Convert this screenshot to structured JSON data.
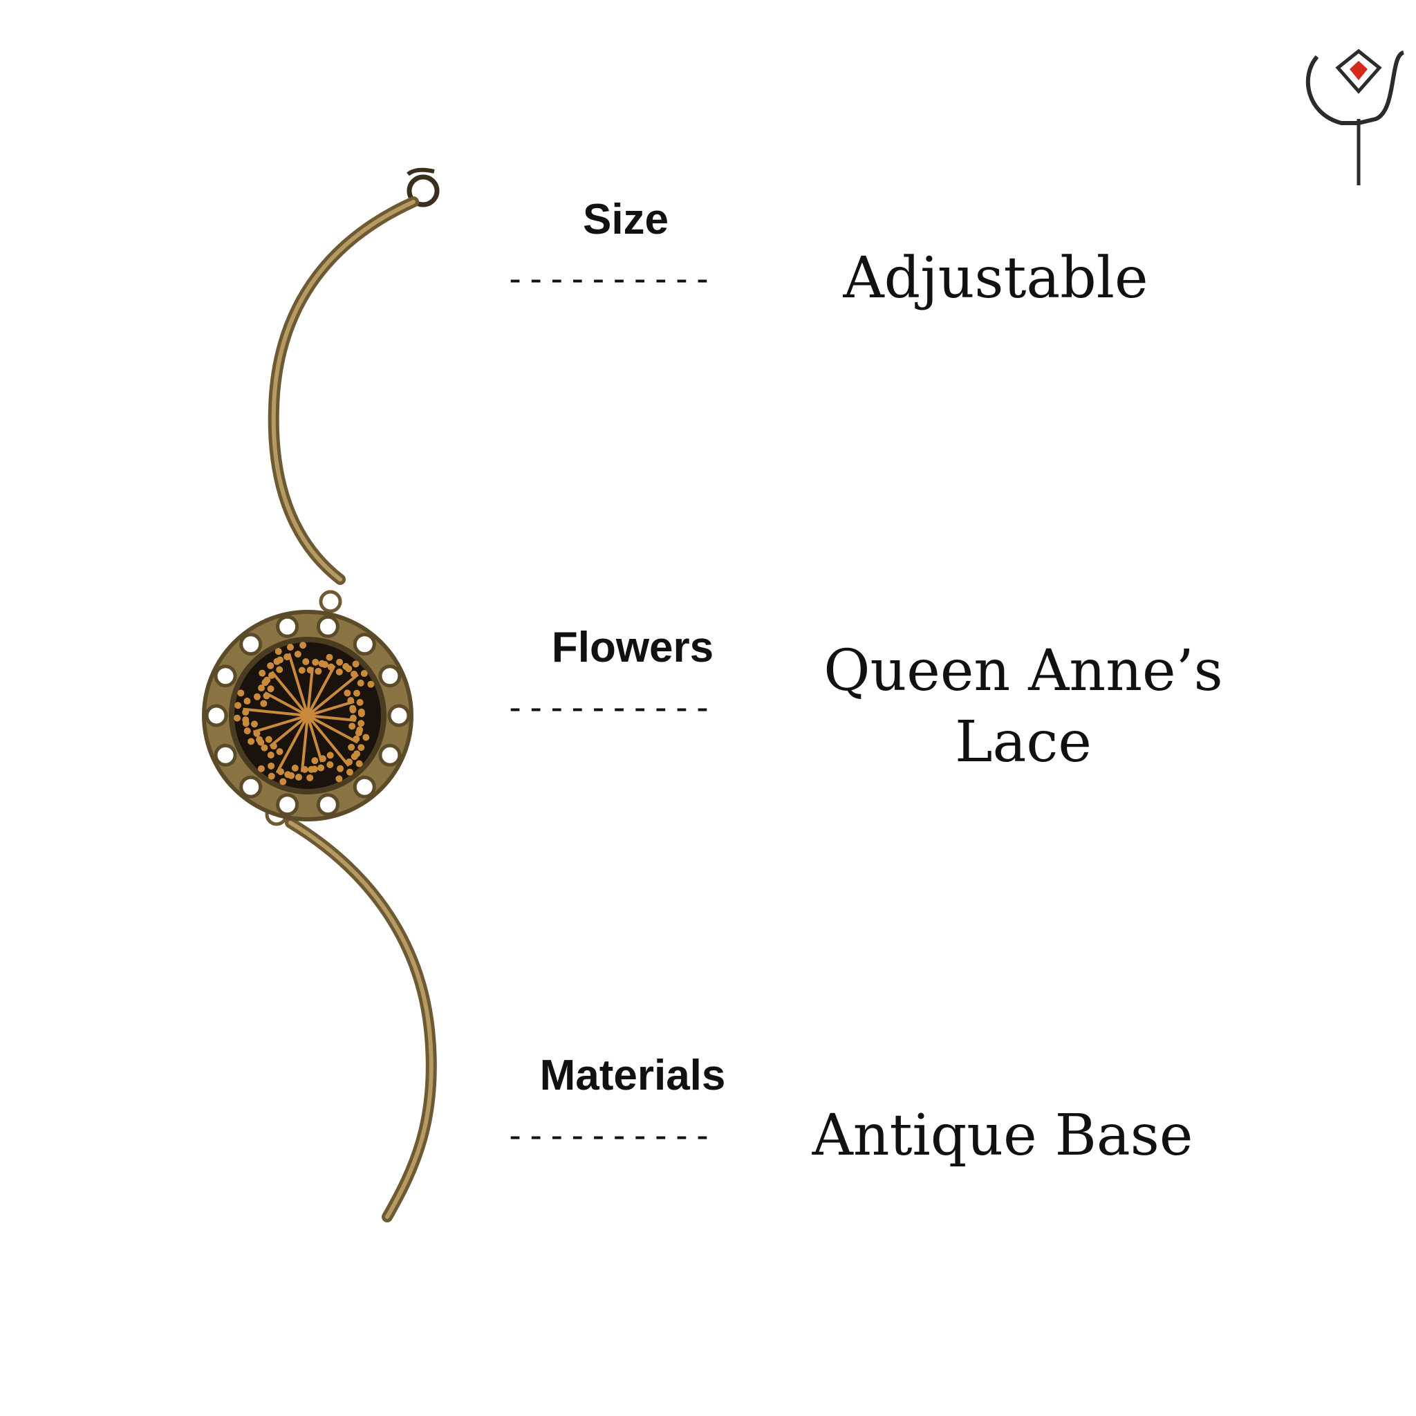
{
  "specs": [
    {
      "label": "Size",
      "dashes": "----------",
      "value": "Adjustable"
    },
    {
      "label": "Flowers",
      "dashes": "----------",
      "value": "Queen Anne’s\nLace"
    },
    {
      "label": "Materials",
      "dashes": "----------",
      "value": "Antique Base"
    }
  ],
  "colors": {
    "background": "#ffffff",
    "text": "#111111",
    "bracelet_metal": "#8a7444",
    "pendant_dark": "#1a120c",
    "flower": "#c98a3c",
    "logo_accent": "#d42a1a",
    "logo_stroke": "#2b2b2b"
  },
  "icons": {
    "logo": "tulip-logo-icon",
    "product": "bracelet-icon"
  }
}
